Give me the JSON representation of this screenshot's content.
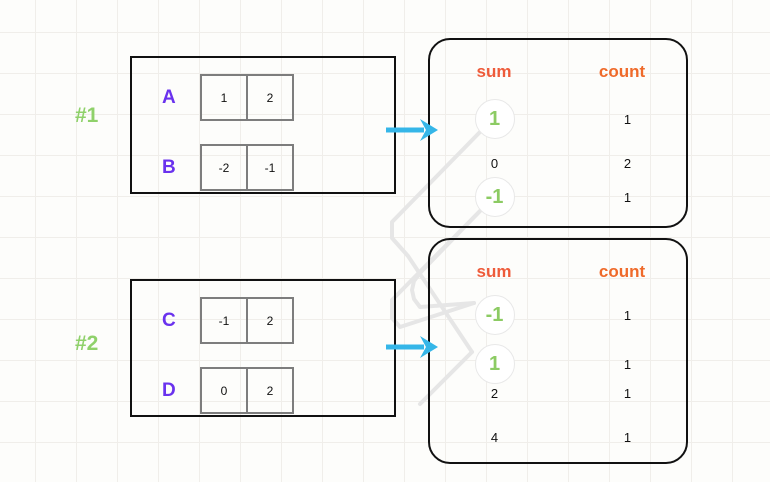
{
  "colors": {
    "background": "#fdfdfb",
    "grid_line": "#f0eeea",
    "group_label": "#8fd16a",
    "row_label": "#6a32ee",
    "box_border": "#111111",
    "cell_border": "#7d7d7d",
    "header_sum": "#ee5b3a",
    "header_count": "#ef6a2a",
    "highlight_text": "#8ccb63",
    "highlight_ring": "#e8e8e8",
    "arrow": "#35b6e8",
    "connector": "#e6e6e6"
  },
  "groups": [
    {
      "label": "#1",
      "rows": [
        {
          "name": "A",
          "cells": [
            "1",
            "2"
          ]
        },
        {
          "name": "B",
          "cells": [
            "-2",
            "-1"
          ]
        }
      ]
    },
    {
      "label": "#2",
      "rows": [
        {
          "name": "C",
          "cells": [
            "-1",
            "2"
          ]
        },
        {
          "name": "D",
          "cells": [
            "0",
            "2"
          ]
        }
      ]
    }
  ],
  "tables": [
    {
      "headers": {
        "sum": "sum",
        "count": "count"
      },
      "rows": [
        {
          "sum": "1",
          "count": "1",
          "highlighted": true
        },
        {
          "sum": "0",
          "count": "2",
          "highlighted": false
        },
        {
          "sum": "-1",
          "count": "1",
          "highlighted": true
        }
      ]
    },
    {
      "headers": {
        "sum": "sum",
        "count": "count"
      },
      "rows": [
        {
          "sum": "-1",
          "count": "1",
          "highlighted": true
        },
        {
          "sum": "1",
          "count": "1",
          "highlighted": true
        },
        {
          "sum": "2",
          "count": "1",
          "highlighted": false
        },
        {
          "sum": "4",
          "count": "1",
          "highlighted": false
        }
      ]
    }
  ],
  "arrows": [
    {
      "name": "arrow-group1-to-table1"
    },
    {
      "name": "arrow-group2-to-table2"
    }
  ]
}
